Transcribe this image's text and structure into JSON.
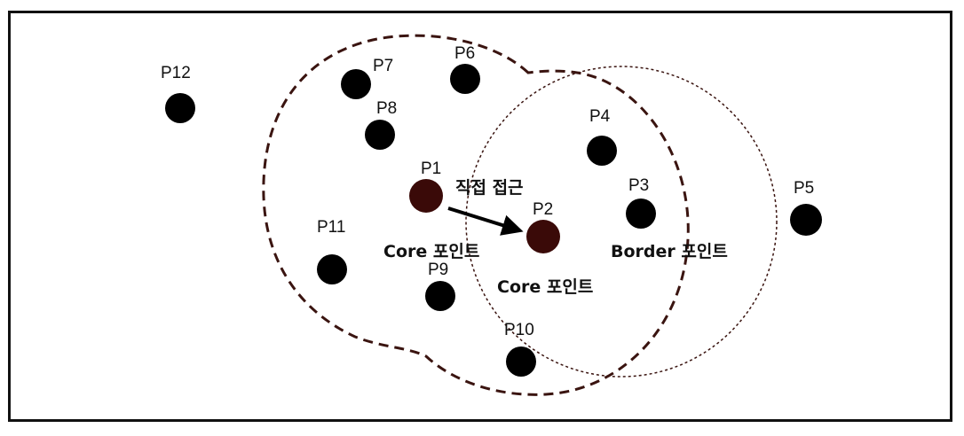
{
  "colors": {
    "point": "#000000",
    "core_point": "#3a0a08",
    "dashed_boundary": "#3a1410",
    "dotted_circle": "#3a1410",
    "frame": "#111111"
  },
  "points": [
    {
      "id": "p1",
      "label": "P1"
    },
    {
      "id": "p2",
      "label": "P2"
    },
    {
      "id": "p3",
      "label": "P3"
    },
    {
      "id": "p4",
      "label": "P4"
    },
    {
      "id": "p5",
      "label": "P5"
    },
    {
      "id": "p6",
      "label": "P6"
    },
    {
      "id": "p7",
      "label": "P7"
    },
    {
      "id": "p8",
      "label": "P8"
    },
    {
      "id": "p9",
      "label": "P9"
    },
    {
      "id": "p10",
      "label": "P10"
    },
    {
      "id": "p11",
      "label": "P11"
    },
    {
      "id": "p12",
      "label": "P12"
    }
  ],
  "annotations": {
    "arrow_label": "직접 접근",
    "p1_core_label": "Core 포인트",
    "p2_core_label": "Core 포인트",
    "border_label": "Border 포인트"
  }
}
